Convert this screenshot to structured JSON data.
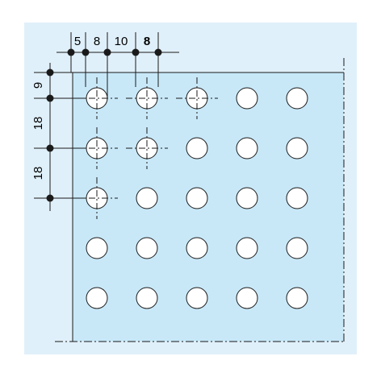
{
  "colors": {
    "outer_background": "#e0f0fa",
    "plate_fill": "#c8e8f8",
    "hole_fill": "#ffffff",
    "line": "#1a1a1a"
  },
  "top_dimensions": [
    "5",
    "8",
    "10",
    "8"
  ],
  "left_dimensions": [
    "9",
    "18",
    "18"
  ],
  "hole_grid": {
    "rows": 5,
    "columns": 5,
    "marked_holes_per_row": [
      3,
      2,
      1,
      0,
      0
    ]
  }
}
